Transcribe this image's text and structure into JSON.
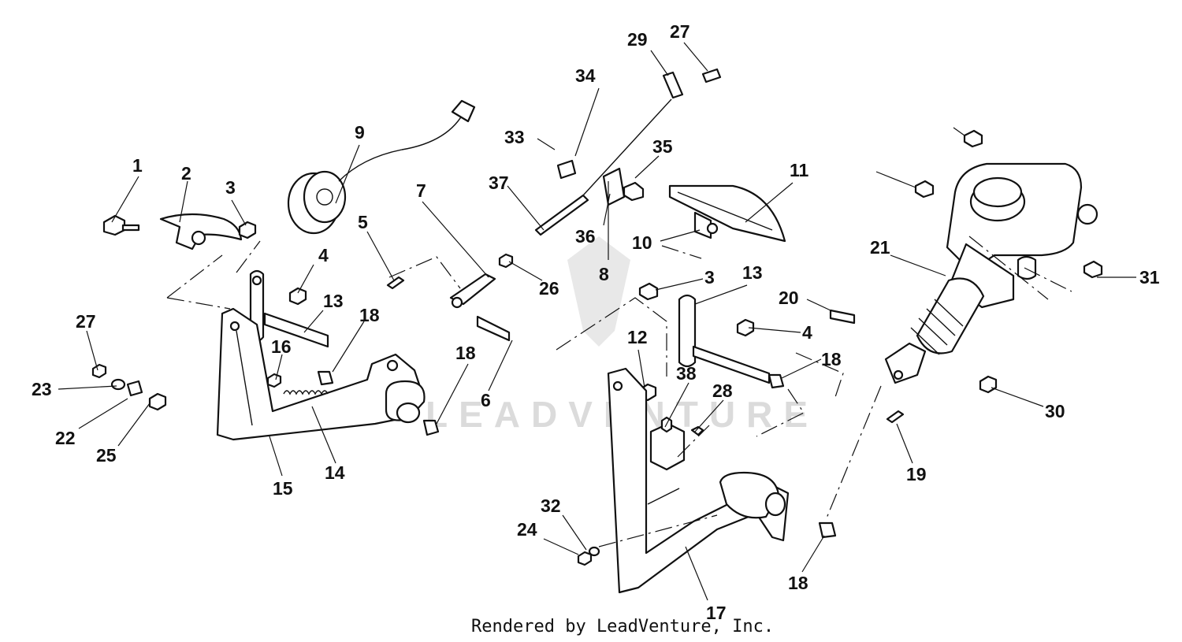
{
  "credit": "Rendered by LeadVenture, Inc.",
  "watermark": "LEADVENTURE",
  "callouts": [
    "1",
    "2",
    "3",
    "27",
    "23",
    "22",
    "25",
    "15",
    "14",
    "16",
    "13",
    "4",
    "18",
    "9",
    "5",
    "7",
    "37",
    "33",
    "34",
    "29",
    "27",
    "35",
    "36",
    "8",
    "26",
    "6",
    "18",
    "11",
    "10",
    "3",
    "13",
    "12",
    "4",
    "20",
    "18",
    "38",
    "28",
    "32",
    "24",
    "17",
    "18",
    "21",
    "31",
    "30",
    "19"
  ]
}
